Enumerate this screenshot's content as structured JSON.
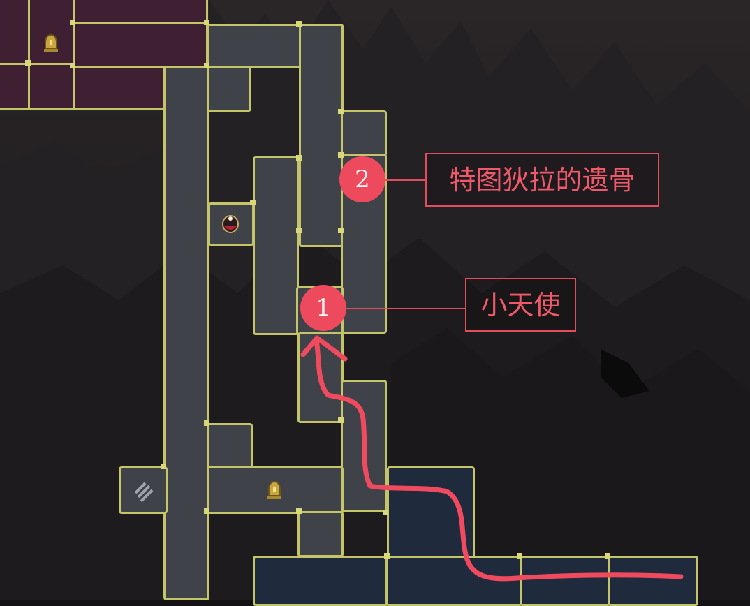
{
  "map": {
    "colors": {
      "room_fill": "#3f4248",
      "room_border": "#c4c468",
      "visited_area_fill": "#3f2032",
      "current_area_fill": "#1f2a3d",
      "route_color": "#f04a5e",
      "marker_color": "#ee4a5e"
    },
    "icons": [
      "bell-save-icon",
      "bell-save-icon",
      "relic-orb-icon",
      "teleport-stripes-icon"
    ]
  },
  "markers": [
    {
      "number": "1",
      "label": "小天使"
    },
    {
      "number": "2",
      "label": "特图狄拉的遗骨"
    }
  ]
}
